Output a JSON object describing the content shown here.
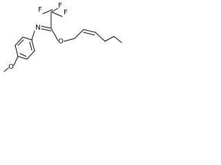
{
  "molecule": {
    "atoms": {
      "f1": "F",
      "f2": "F",
      "f3": "F",
      "n": "N",
      "o_ester": "O",
      "o_methoxy": "O"
    }
  },
  "colors": {
    "background": "#ffffff",
    "ink": "#000000"
  }
}
